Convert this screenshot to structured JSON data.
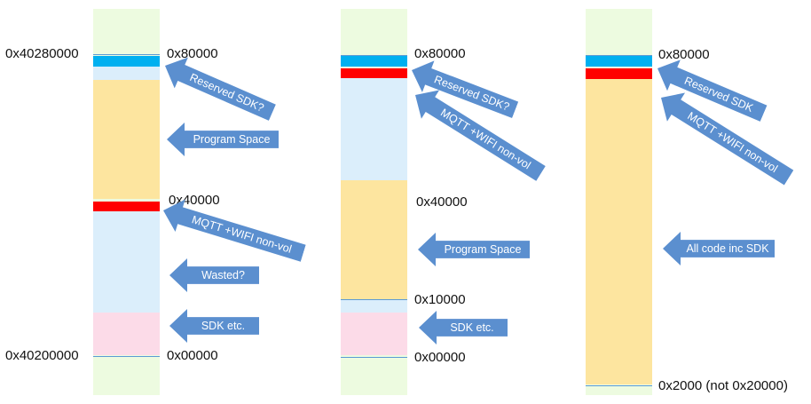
{
  "colors": {
    "background": "#edfbe0",
    "reserved": "#00b0f0",
    "nonvol": "#ff0000",
    "free": "#dbeefb",
    "program": "#fde59f",
    "sdk": "#fcdbe8",
    "arrow": "#5b8fcf"
  },
  "col1": {
    "labels": {
      "top_abs": "0x40280000",
      "bottom_abs": "0x40200000",
      "top": "0x80000",
      "mid": "0x40000",
      "bottom": "0x00000"
    },
    "arrows": {
      "reserved": "Reserved SDK?",
      "program": "Program Space",
      "mqtt": "MQTT +WIFI  non-vol",
      "wasted": "Wasted?",
      "sdk": "SDK etc."
    }
  },
  "col2": {
    "labels": {
      "top": "0x80000",
      "mid": "0x40000",
      "low": "0x10000",
      "bottom": "0x00000"
    },
    "arrows": {
      "reserved": "Reserved SDK?",
      "mqtt": "MQTT +WIFI  non-vol",
      "program": "Program Space",
      "sdk": "SDK etc."
    }
  },
  "col3": {
    "labels": {
      "top": "0x80000",
      "bottom": "0x2000 (not 0x20000)"
    },
    "arrows": {
      "reserved": "Reserved SDK",
      "mqtt": "MQTT +WIFI  non-vol",
      "allcode": "All code inc SDK"
    }
  }
}
